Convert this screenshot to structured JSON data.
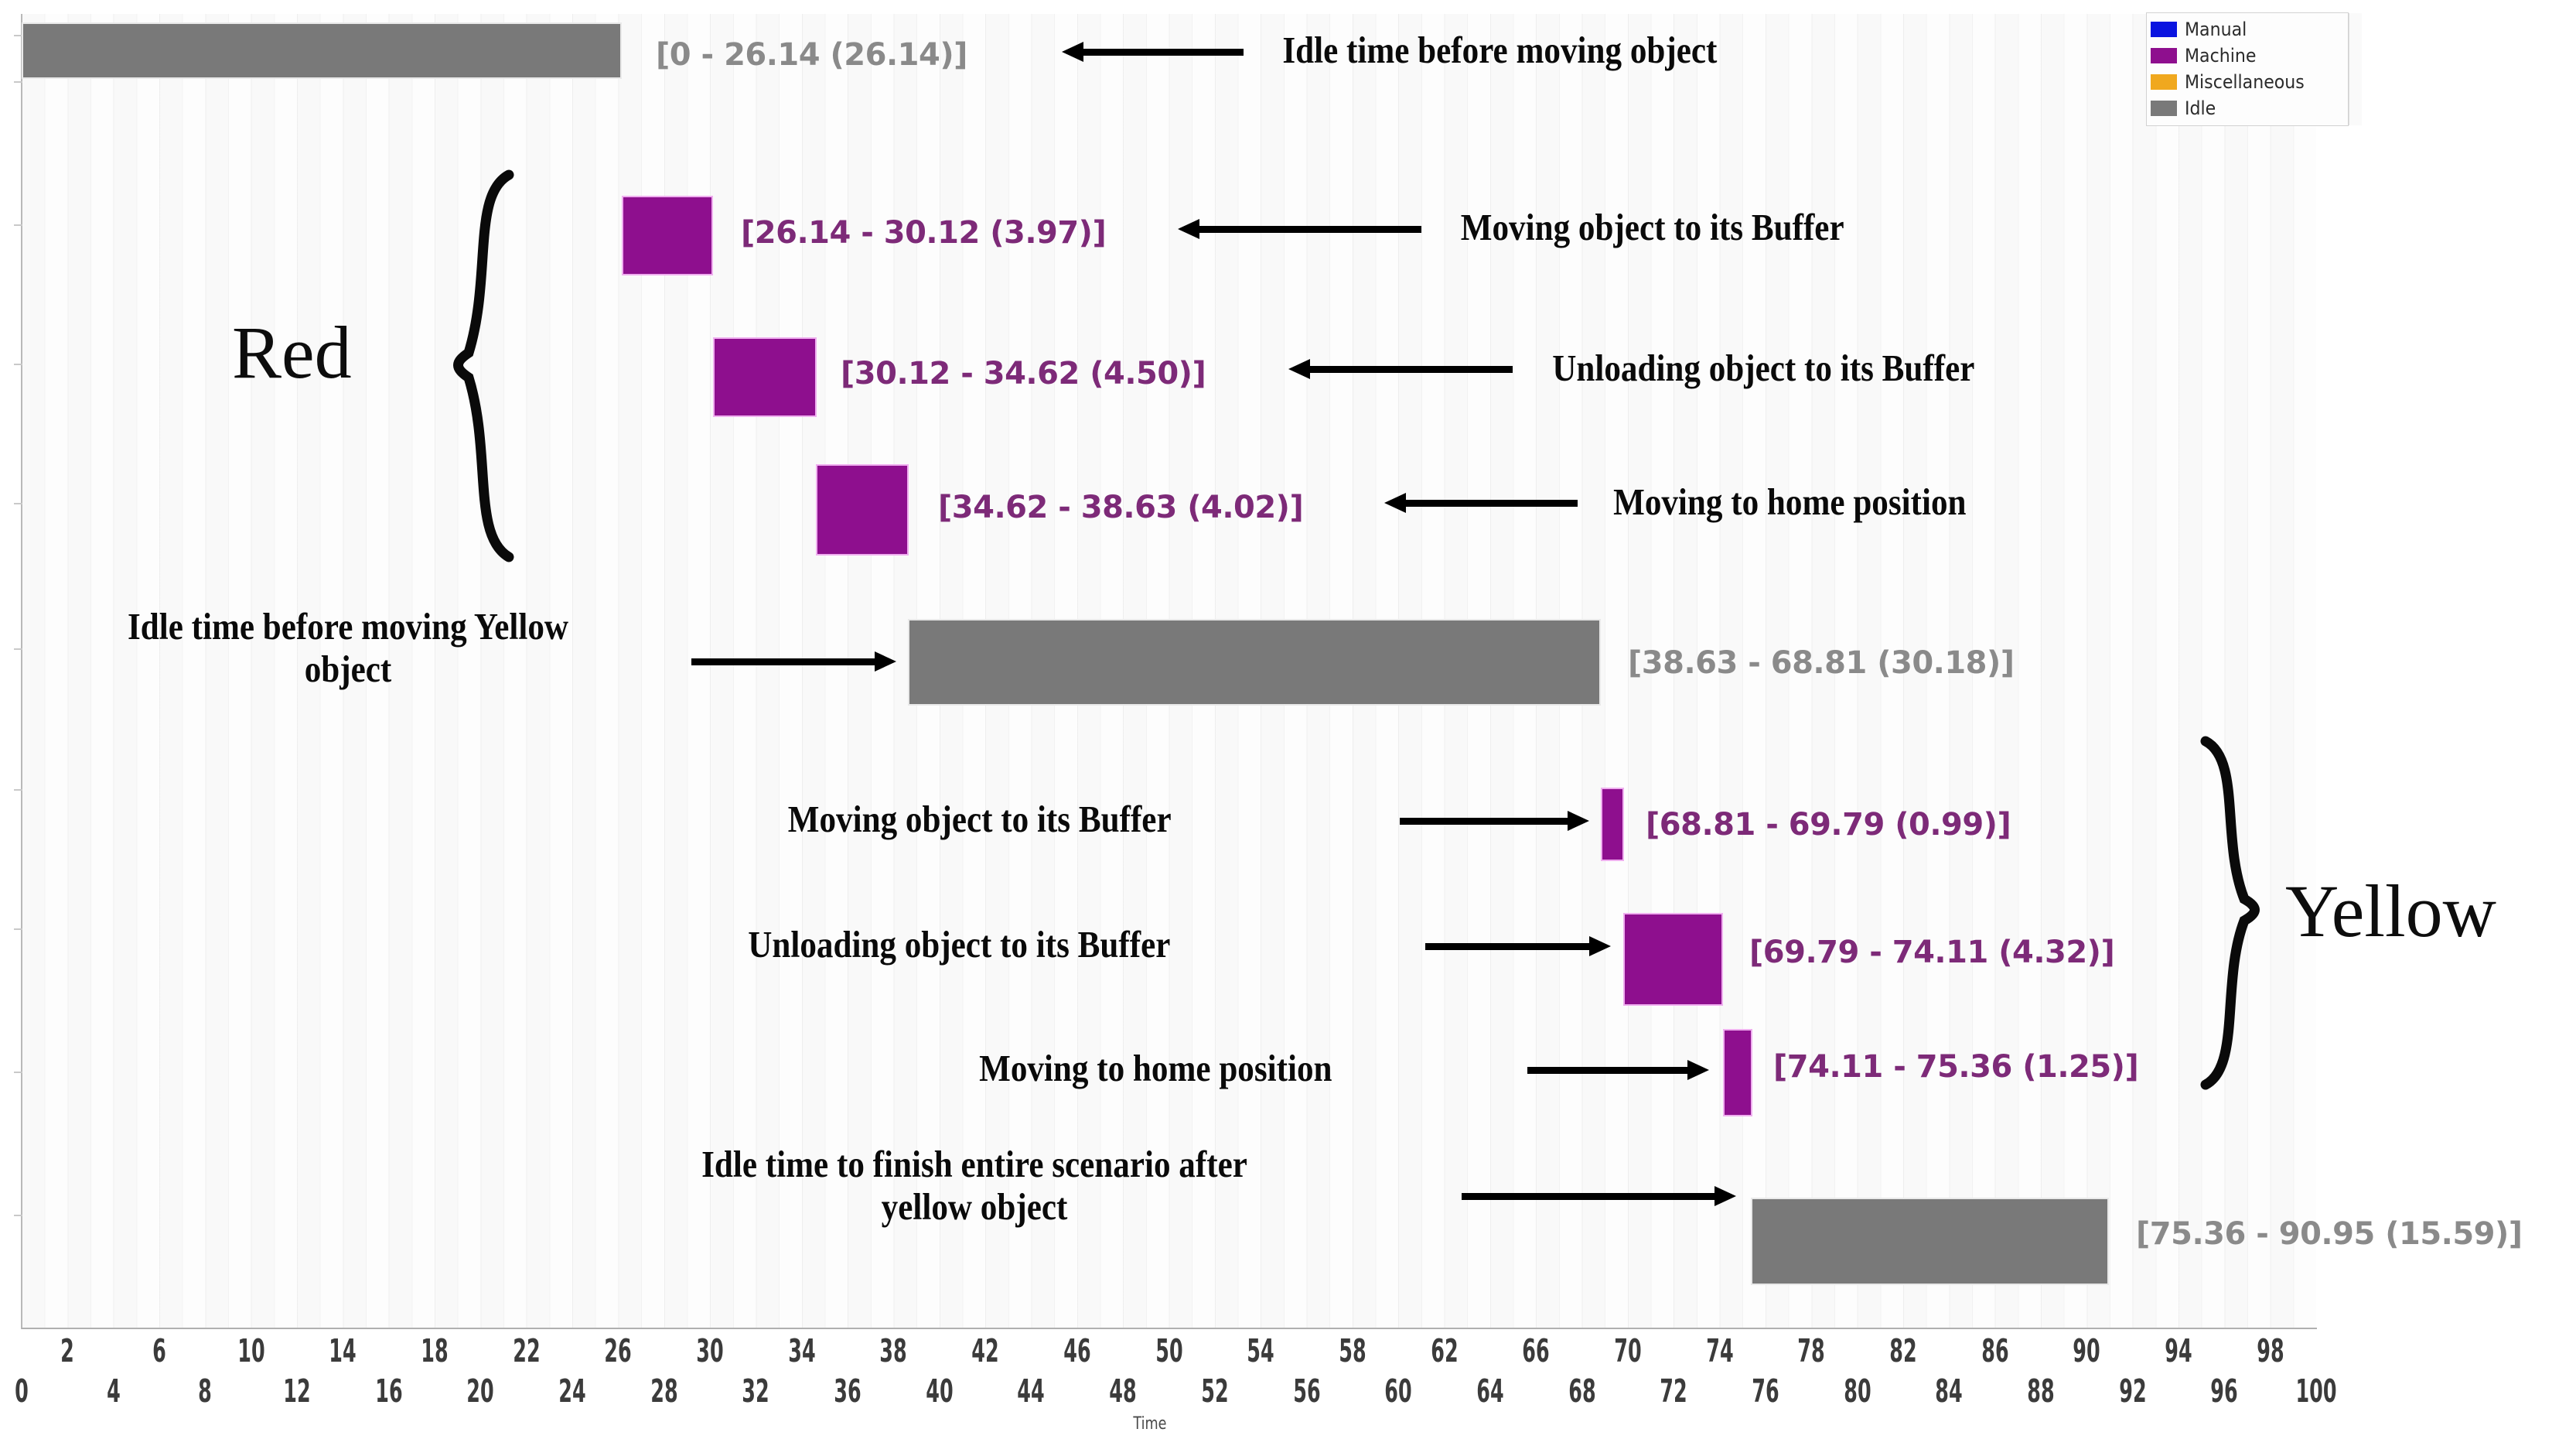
{
  "chart_data": {
    "type": "bar",
    "subtype": "gantt",
    "title": "",
    "xlabel": "Time",
    "ylabel": "",
    "xlim": [
      0,
      100
    ],
    "grid": true,
    "legend_position": "top-right",
    "categories": [
      "Idle time before moving object",
      "Moving object to its Buffer",
      "Unloading object to its Buffer",
      "Moving to home position",
      "Idle time before moving Yellow object",
      "Moving object to its Buffer",
      "Unloading object to its Buffer",
      "Moving to home position",
      "Idle time to finish entire scenario after yellow object"
    ],
    "tasks": [
      {
        "label": "[0 - 26.14 (26.14)]",
        "start": 0,
        "end": 26.14,
        "duration": 26.14,
        "type": "Idle"
      },
      {
        "label": "[26.14 - 30.12 (3.97)]",
        "start": 26.14,
        "end": 30.12,
        "duration": 3.97,
        "type": "Machine"
      },
      {
        "label": "[30.12 - 34.62 (4.50)]",
        "start": 30.12,
        "end": 34.62,
        "duration": 4.5,
        "type": "Machine"
      },
      {
        "label": "[34.62 - 38.63 (4.02)]",
        "start": 34.62,
        "end": 38.63,
        "duration": 4.02,
        "type": "Machine"
      },
      {
        "label": "[38.63 - 68.81 (30.18)]",
        "start": 38.63,
        "end": 68.81,
        "duration": 30.18,
        "type": "Idle"
      },
      {
        "label": "[68.81 - 69.79 (0.99)]",
        "start": 68.81,
        "end": 69.79,
        "duration": 0.99,
        "type": "Machine"
      },
      {
        "label": "[69.79 - 74.11 (4.32)]",
        "start": 69.79,
        "end": 74.11,
        "duration": 4.32,
        "type": "Machine"
      },
      {
        "label": "[74.11 - 75.36 (1.25)]",
        "start": 74.11,
        "end": 75.36,
        "duration": 1.25,
        "type": "Machine"
      },
      {
        "label": "[75.36 - 90.95 (15.59)]",
        "start": 75.36,
        "end": 90.95,
        "duration": 15.59,
        "type": "Idle"
      }
    ],
    "xticks_upper": [
      2,
      6,
      10,
      14,
      18,
      22,
      26,
      30,
      34,
      38,
      42,
      46,
      50,
      54,
      58,
      62,
      66,
      70,
      74,
      78,
      82,
      86,
      90,
      94,
      98
    ],
    "xticks_lower": [
      0,
      4,
      8,
      12,
      16,
      20,
      24,
      28,
      32,
      36,
      40,
      44,
      48,
      52,
      56,
      60,
      64,
      68,
      72,
      76,
      80,
      84,
      88,
      92,
      96,
      100
    ]
  },
  "legend": {
    "items": [
      {
        "label": "Manual",
        "color": "#0a14e0"
      },
      {
        "label": "Machine",
        "color": "#8E0F8E"
      },
      {
        "label": "Miscellaneous",
        "color": "#F0A81E"
      },
      {
        "label": "Idle",
        "color": "#797979"
      }
    ]
  },
  "bar_labels": [
    "[0 - 26.14 (26.14)]",
    "[26.14 - 30.12 (3.97)]",
    "[30.12 - 34.62 (4.50)]",
    "[34.62 - 38.63 (4.02)]",
    "[38.63 - 68.81 (30.18)]",
    "[68.81 - 69.79 (0.99)]",
    "[69.79 - 74.11 (4.32)]",
    "[74.11 - 75.36 (1.25)]",
    "[75.36 - 90.95 (15.59)]"
  ],
  "annotations": {
    "a1": "Idle time before moving object",
    "a2": "Moving object to its Buffer",
    "a3": "Unloading object to its Buffer",
    "a4": "Moving to home position",
    "a5_line1": "Idle time before moving Yellow",
    "a5_line2": "object",
    "a6": "Moving object to its Buffer",
    "a7": "Unloading object to its Buffer",
    "a8": "Moving to home position",
    "a9_line1": "Idle time to finish entire scenario after",
    "a9_line2": "yellow object"
  },
  "groups": {
    "red": "Red",
    "yellow": "Yellow"
  },
  "axis": {
    "xlabel": "Time"
  }
}
